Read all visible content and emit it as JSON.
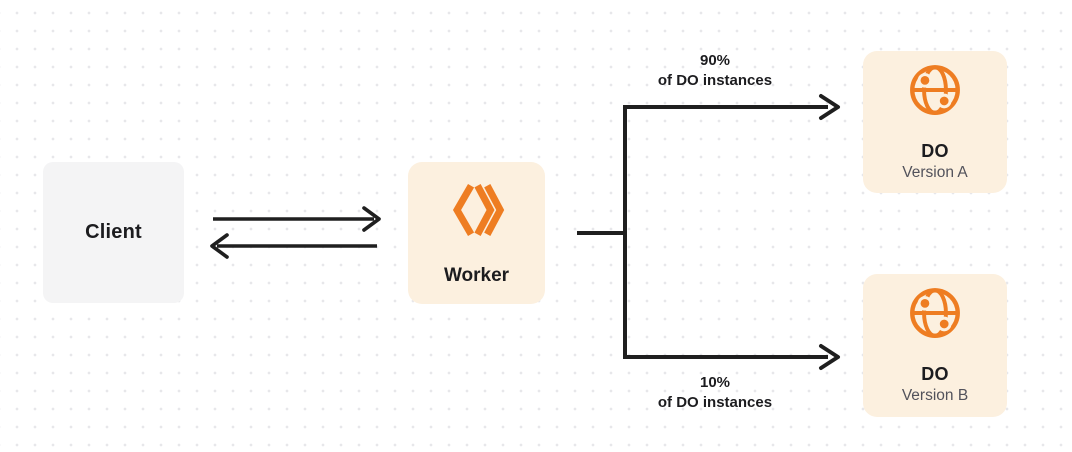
{
  "colors": {
    "background": "#FFFFFF",
    "grid_dot": "#E7E7EA",
    "orange": "#EE7D22",
    "node_cream_bg": "#FCF0DF",
    "node_gray_bg": "#F4F4F5",
    "line": "#1F1F1F",
    "text_primary": "#1C1C1F",
    "text_secondary": "#52525B"
  },
  "nodes": {
    "client": {
      "label": "Client"
    },
    "worker": {
      "label": "Worker",
      "icon": "workers-logo-icon"
    },
    "do_version_a": {
      "label": "DO",
      "sublabel": "Version A",
      "icon": "globe-icon"
    },
    "do_version_b": {
      "label": "DO",
      "sublabel": "Version B",
      "icon": "globe-icon"
    }
  },
  "edges": {
    "client_worker": {
      "direction": "bidirectional"
    },
    "top_branch": {
      "percent": "90%",
      "caption": "of DO instances"
    },
    "bottom_branch": {
      "percent": "10%",
      "caption": "of DO instances"
    }
  }
}
